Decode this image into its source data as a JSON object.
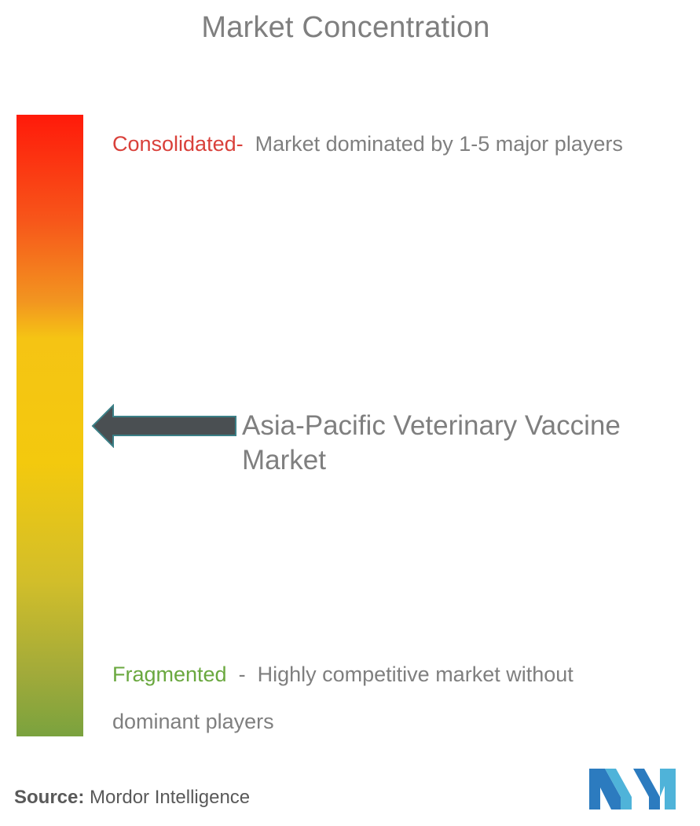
{
  "title": "Market Concentration",
  "scale": {
    "top_label": "Consolidated",
    "top_separator": "-",
    "top_description": "Market dominated by 1-5 major players",
    "bottom_label": "Fragmented",
    "bottom_separator": "-",
    "bottom_description": "Highly competitive market without dominant players",
    "gradient_top_color": "#ff1a0a",
    "gradient_middle_color": "#f3c90e",
    "gradient_bottom_color": "#7aa23e"
  },
  "marker": {
    "label": "Asia-Pacific Veterinary Vaccine Market",
    "level": 0.49,
    "arrow_color": "#4a4f52"
  },
  "footer": {
    "source_label": "Source:",
    "source_value": "Mordor Intelligence",
    "logo_icon": "mordor-intelligence-logo-icon"
  }
}
